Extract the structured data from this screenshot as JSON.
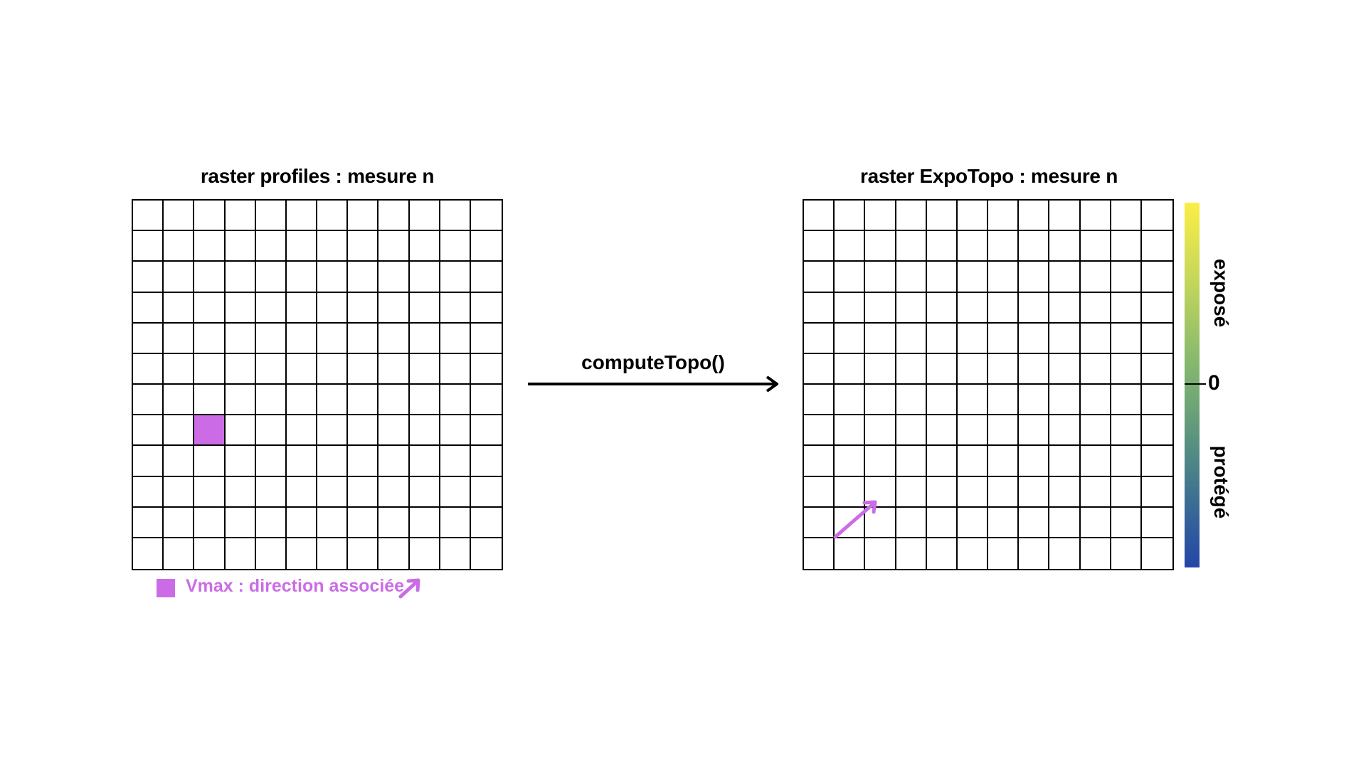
{
  "left_panel": {
    "title": "raster profiles : mesure n",
    "rows": 12,
    "cols": 12,
    "highlight_cell": {
      "row": 7,
      "col": 2
    }
  },
  "right_panel": {
    "title": "raster ExpoTopo : mesure n",
    "rows": 12,
    "cols": 12
  },
  "process": {
    "label": "computeTopo()"
  },
  "legend": {
    "label": "Vmax : direction associée",
    "icon": "northeast-arrow-icon"
  },
  "colorbar": {
    "zero_label": "0",
    "top_label": "exposé",
    "bottom_label": "protégé",
    "top_color": "#fbee46",
    "bottom_color": "#2445a8"
  },
  "colors": {
    "accent": "#cb6ce6",
    "grid": "#000000"
  }
}
